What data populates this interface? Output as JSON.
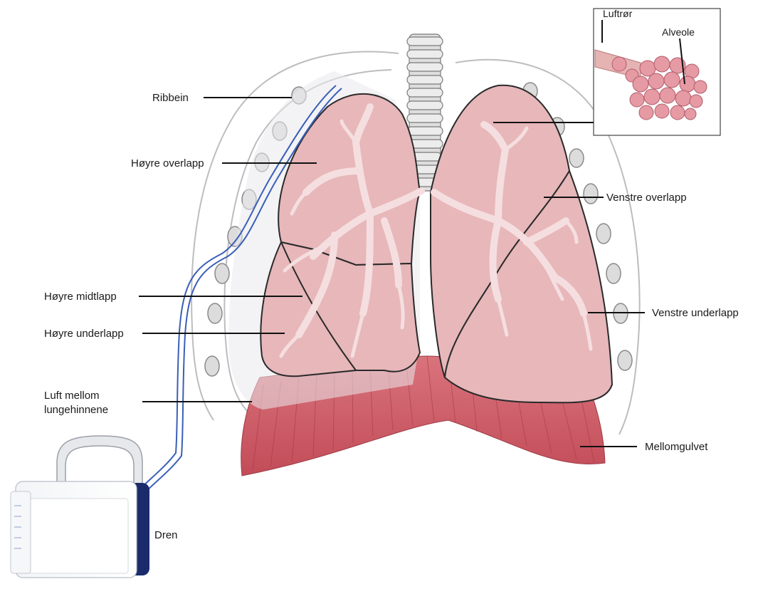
{
  "labels": {
    "ribs": "Ribbein",
    "right_upper_lobe": "Høyre overlapp",
    "right_middle_lobe": "Høyre midtlapp",
    "right_lower_lobe": "Høyre underlapp",
    "pleural_air_line1": "Luft mellom",
    "pleural_air_line2": "lungehinnene",
    "drain": "Dren",
    "left_upper_lobe": "Venstre overlapp",
    "left_lower_lobe": "Venstre underlapp",
    "diaphragm": "Mellomgulvet"
  },
  "inset": {
    "trachea": "Luftrør",
    "alveolus": "Alveole"
  },
  "colors": {
    "lung": "#e7b7ba",
    "bronchi": "#f5dedf",
    "diaphragm": "#c8545f",
    "drain_tube": "#3a5fb8",
    "alveoli": "#e59aa4"
  }
}
